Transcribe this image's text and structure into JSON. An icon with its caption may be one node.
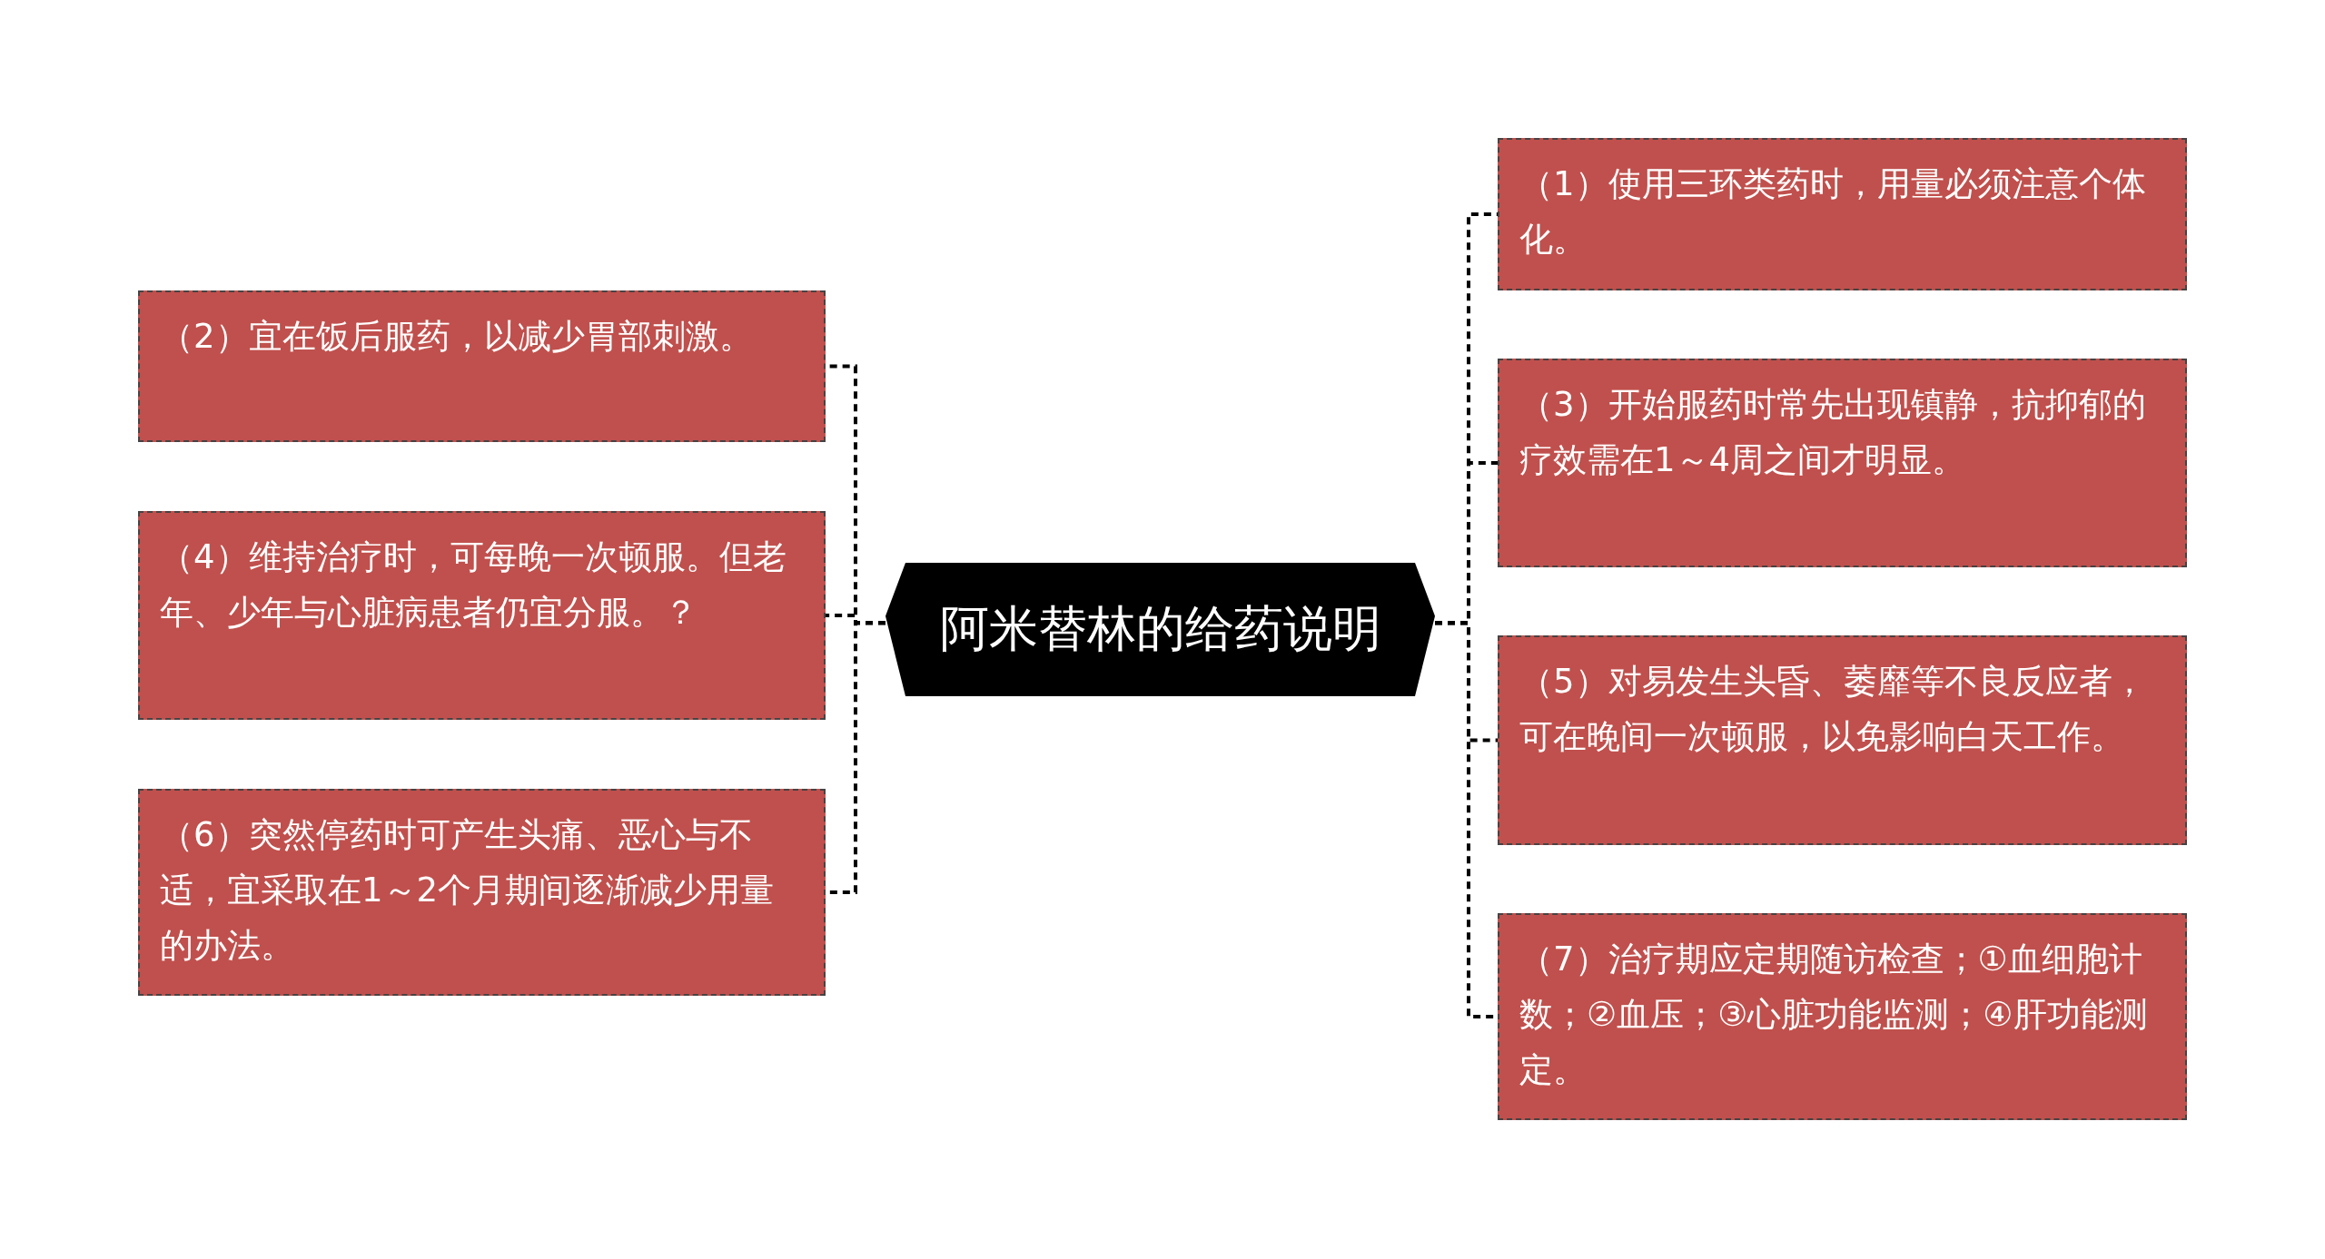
{
  "diagram": {
    "nodes": [
      {
        "text": [
          "阿米替林的给药说明"
        ]
      },
      {
        "text": [
          "（1）使用三环类药时，用量必须注意个体化。"
        ]
      },
      {
        "text": [
          "（2）宜在饭后服药，以减少胃部刺激。"
        ]
      },
      {
        "text": [
          "（3）开始服药时常先出现镇静，抗抑郁的疗效需在1～4周之间才明显。"
        ]
      },
      {
        "text": [
          "（4）维持治疗时，可每晚一次顿服。但老年、少年与心脏病患者仍宜分服。？"
        ]
      },
      {
        "text": [
          "（5）对易发生头昏、萎靡等不良反应者，可在晚间一次顿服，以免影响白天工作。"
        ]
      },
      {
        "text": [
          "（6）突然停药时可产生头痛、恶心与不适，宜采取在1～2个月期间逐渐减少用量的办法。"
        ]
      },
      {
        "text": [
          "（7）治疗期应定期随访检查；①血细胞计数；②血压；③心脏功能监测；④肝功能测定。"
        ]
      }
    ],
    "edges": [
      {
        "from": 0,
        "to": 1,
        "arrow": "none"
      },
      {
        "from": 0,
        "to": 2,
        "arrow": "none"
      },
      {
        "from": 0,
        "to": 3,
        "arrow": "none"
      },
      {
        "from": 0,
        "to": 4,
        "arrow": "none"
      },
      {
        "from": 0,
        "to": 5,
        "arrow": "none"
      },
      {
        "from": 0,
        "to": 6,
        "arrow": "none"
      },
      {
        "from": 0,
        "to": 7,
        "arrow": "none"
      }
    ]
  }
}
